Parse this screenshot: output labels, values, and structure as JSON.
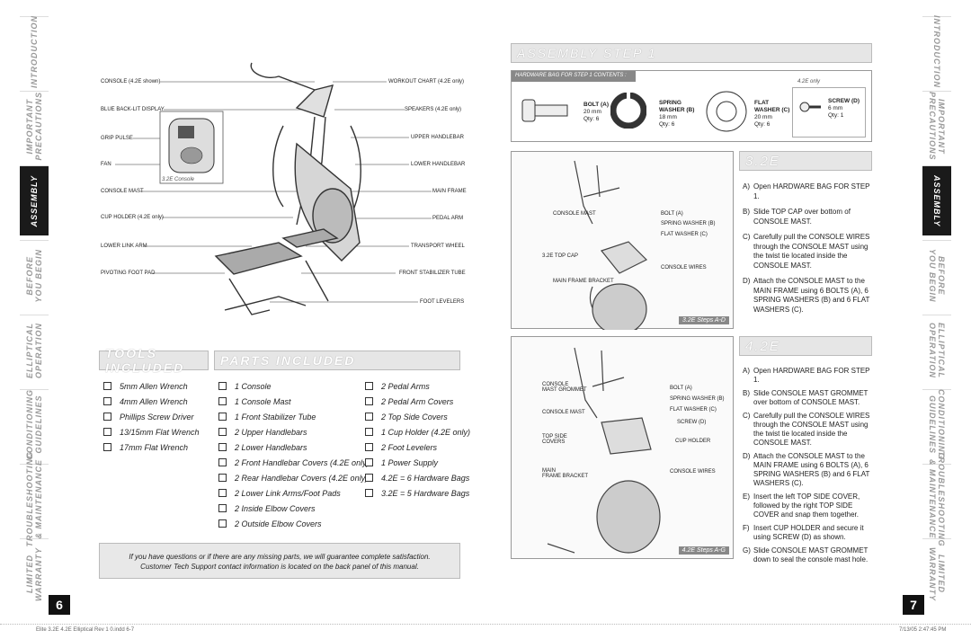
{
  "left_tabs": [
    {
      "label": "INTRODUCTION",
      "active": false
    },
    {
      "label": "IMPORTANT\nPRECAUTIONS",
      "active": false
    },
    {
      "label": "ASSEMBLY",
      "active": true
    },
    {
      "label": "BEFORE\nYOU BEGIN",
      "active": false
    },
    {
      "label": "ELLIPTICAL\nOPERATION",
      "active": false
    },
    {
      "label": "CONDITIONING\nGUIDELINES",
      "active": false
    },
    {
      "label": "TROUBLESHOOTING\n& MAINTENANCE",
      "active": false
    },
    {
      "label": "LIMITED\nWARRANTY",
      "active": false
    }
  ],
  "right_tabs": [
    {
      "label": "INTRODUCTION",
      "active": false
    },
    {
      "label": "IMPORTANT\nPRECAUTIONS",
      "active": false
    },
    {
      "label": "ASSEMBLY",
      "active": true
    },
    {
      "label": "BEFORE\nYOU BEGIN",
      "active": false
    },
    {
      "label": "ELLIPTICAL\nOPERATION",
      "active": false
    },
    {
      "label": "CONDITIONING\nGUIDELINES",
      "active": false
    },
    {
      "label": "TROUBLESHOOTING\n& MAINTENANCE",
      "active": false
    },
    {
      "label": "LIMITED\nWARRANTY",
      "active": false
    }
  ],
  "page_left": "6",
  "page_right": "7",
  "footer": {
    "left": "Elite 3.2E 4.2E Elliptical Rev 1 0.indd   6-7",
    "right": "7/13/05   2:47:45 PM"
  },
  "diagram": {
    "inset_label": "3.2E Console",
    "callouts_left": [
      "CONSOLE (4.2E shown)",
      "BLUE BACK-LIT DISPLAY",
      "GRIP PULSE",
      "FAN",
      "CONSOLE MAST",
      "CUP HOLDER (4.2E only)",
      "LOWER LINK ARM",
      "PIVOTING FOOT PAD"
    ],
    "callouts_right": [
      "WORKOUT CHART (4.2E only)",
      "SPEAKERS (4.2E only)",
      "UPPER HANDLEBAR",
      "LOWER HANDLEBAR",
      "MAIN FRAME",
      "PEDAL ARM",
      "TRANSPORT WHEEL",
      "FRONT STABILIZER TUBE",
      "FOOT LEVELERS"
    ]
  },
  "tools": {
    "title": "TOOLS INCLUDED",
    "items": [
      "5mm Allen Wrench",
      "4mm Allen Wrench",
      "Phillips Screw Driver",
      "13/15mm Flat Wrench",
      "17mm Flat Wrench"
    ]
  },
  "parts": {
    "title": "PARTS INCLUDED",
    "col1": [
      "1 Console",
      "1 Console Mast",
      "1 Front Stabilizer Tube",
      "2 Upper Handlebars",
      "2 Lower Handlebars",
      "2 Front Handlebar Covers (4.2E only)",
      "2 Rear Handlebar Covers (4.2E only)",
      "2 Lower Link Arms/Foot Pads",
      "2 Inside Elbow Covers",
      "2 Outside Elbow Covers"
    ],
    "col2": [
      "2 Pedal Arms",
      "2 Pedal Arm Covers",
      "2 Top Side Covers",
      "1 Cup Holder (4.2E only)",
      "2 Foot Levelers",
      "1 Power Supply",
      "4.2E = 6 Hardware Bags",
      "3.2E = 5 Hardware Bags"
    ]
  },
  "notice": {
    "line1": "If you have questions or if there are any missing parts, we will guarantee complete satisfaction.",
    "line2": "Customer Tech Support contact information is located on the back panel of this manual."
  },
  "assembly": {
    "title": "ASSEMBLY STEP 1",
    "hardware_title": "HARDWARE BAG FOR STEP 1 CONTENTS :",
    "only_note": "4.2E only",
    "bolt": {
      "name": "BOLT (A)",
      "size": "20 mm",
      "qty": "Qty: 6"
    },
    "spring": {
      "name": "SPRING\nWASHER (B)",
      "size": "18 mm",
      "qty": "Qty: 6"
    },
    "flat": {
      "name": "FLAT\nWASHER (C)",
      "size": "20 mm",
      "qty": "Qty: 6"
    },
    "screw": {
      "name": "SCREW (D)",
      "size": "6 mm",
      "qty": "Qty: 1"
    }
  },
  "photo1": {
    "caption": "3.2E Steps A-D",
    "labels": [
      "CONSOLE MAST",
      "BOLT (A)",
      "SPRING WASHER (B)",
      "FLAT WASHER (C)",
      "3.2E TOP CAP",
      "CONSOLE WIRES",
      "MAIN FRAME BRACKET"
    ]
  },
  "photo2": {
    "caption": "4.2E Steps A-G",
    "labels": [
      "CONSOLE\nMAST GROMMET",
      "BOLT (A)",
      "SPRING WASHER (B)",
      "CONSOLE MAST",
      "FLAT WASHER (C)",
      "SCREW (D)",
      "TOP SIDE\nCOVERS",
      "CUP HOLDER",
      "MAIN\nFRAME BRACKET",
      "CONSOLE WIRES"
    ]
  },
  "model32": {
    "title": "3.2E",
    "steps": [
      {
        "letter": "A)",
        "text": "Open HARDWARE BAG FOR STEP 1."
      },
      {
        "letter": "B)",
        "text": "Slide TOP CAP over bottom of CONSOLE MAST."
      },
      {
        "letter": "C)",
        "text": "Carefully pull the CONSOLE WIRES through the CONSOLE MAST using the twist tie located inside the CONSOLE MAST."
      },
      {
        "letter": "D)",
        "text": "Attach the CONSOLE MAST to the MAIN FRAME using 6 BOLTS (A), 6 SPRING WASHERS (B) and 6 FLAT WASHERS (C)."
      }
    ]
  },
  "model42": {
    "title": "4.2E",
    "steps": [
      {
        "letter": "A)",
        "text": "Open HARDWARE BAG FOR STEP 1."
      },
      {
        "letter": "B)",
        "text": "Slide CONSOLE MAST GROMMET over bottom of CONSOLE MAST."
      },
      {
        "letter": "C)",
        "text": "Carefully pull the CONSOLE WIRES through the CONSOLE MAST using the twist tie located inside the CONSOLE MAST."
      },
      {
        "letter": "D)",
        "text": "Attach the CONSOLE MAST to the MAIN FRAME using 6 BOLTS (A), 6 SPRING WASHERS (B) and 6 FLAT WASHERS (C)."
      },
      {
        "letter": "E)",
        "text": "Insert the left TOP SIDE COVER, followed by the right TOP SIDE COVER and snap them together."
      },
      {
        "letter": "F)",
        "text": "Insert CUP HOLDER and secure it using SCREW (D) as shown."
      },
      {
        "letter": "G)",
        "text": "Slide CONSOLE MAST GROMMET down to seal the console mast hole."
      }
    ]
  }
}
